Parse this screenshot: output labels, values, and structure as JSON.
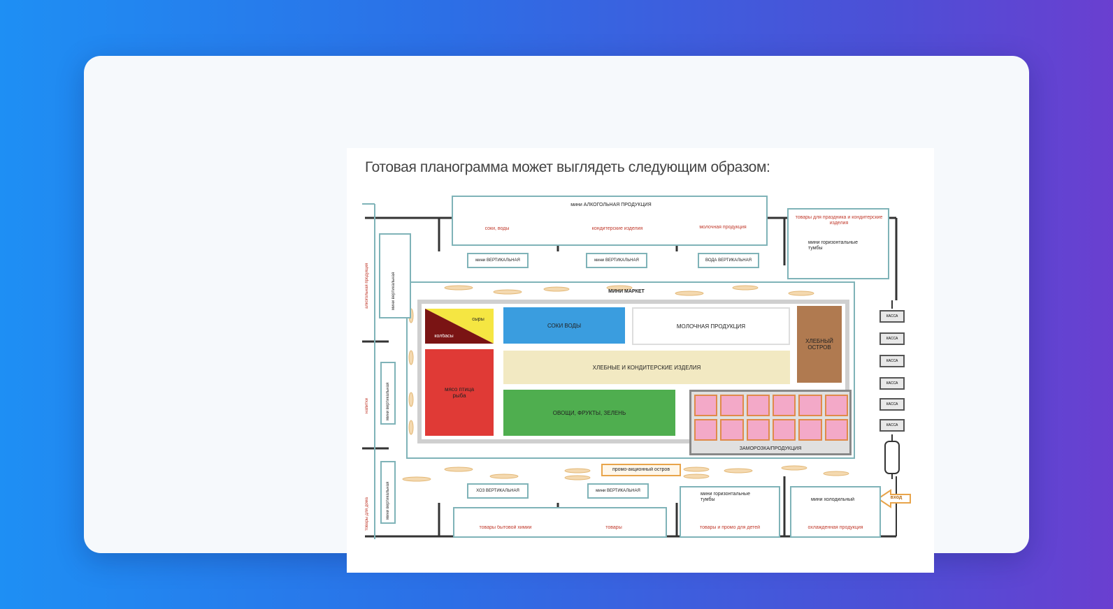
{
  "doc": {
    "title": "Готовая планограмма может выглядеть следующим образом:"
  },
  "plan": {
    "top_shelf_title": "мини АЛКОГОЛЬНАЯ ПРОДУКЦИЯ",
    "top_sections": [
      "соки, воды",
      "кондитерские изделия",
      "молочная продукция"
    ],
    "top_tags": [
      "мини ВЕРТИКАЛЬНАЯ",
      "мини ВЕРТИКАЛЬНАЯ",
      "ВОДА ВЕРТИКАЛЬНАЯ"
    ],
    "top_right_red": "товары для праздника и кондитерские изделия",
    "top_right_note": "мини горизонтальные тумбы",
    "center_title": "МИНИ МАРКЕТ",
    "zone_cheese": "сыры",
    "zone_sausage": "колбасы",
    "zone_meat": "мясо птица рыба",
    "zone_blue": "СОКИ ВОДЫ",
    "zone_white": "МОЛОЧНАЯ ПРОДУКЦИЯ",
    "zone_bakery": "ХЛЕБНЫЕ И КОНДИТЕРСКИЕ ИЗДЕЛИЯ",
    "zone_veg": "ОВОЩИ, ФРУКТЫ, ЗЕЛЕНЬ",
    "zone_brown": "ХЛЕБНЫЙ ОСТРОВ",
    "zone_pink_label": "ЗАМОРОЗКА/ПРОДУКЦИЯ",
    "promo_label": "промо-акционный остров",
    "bottom_tags": [
      "ХОЗ ВЕРТИКАЛЬНАЯ",
      "мини ВЕРТИКАЛЬНАЯ"
    ],
    "bottom_sections": [
      "товары бытовой химии",
      "товары"
    ],
    "bottom_right_note1": "мини горизонтальные тумбы",
    "bottom_right_red1": "товары и промо для детей",
    "bottom_right_note2": "мини холодильный",
    "bottom_right_red2": "охлажденная продукция",
    "left_red": [
      "алкогольная продукция",
      "напитки",
      "товары для дома"
    ],
    "left_tags": [
      "мини вертикальная",
      "мини вертикальная",
      "мини вертикальная"
    ],
    "cash_label": "КАССА",
    "exit_label": "вход",
    "colors": {
      "teal": "#7fb3b8",
      "yellow": "#f5e642",
      "darkred": "#7a1414",
      "red": "#e03a36",
      "blue": "#3a9ddf",
      "cream": "#f2e9c2",
      "green": "#4fae4f",
      "brown": "#b07a50",
      "pink": "#f3a9c8",
      "orange": "#e8a44a"
    }
  }
}
